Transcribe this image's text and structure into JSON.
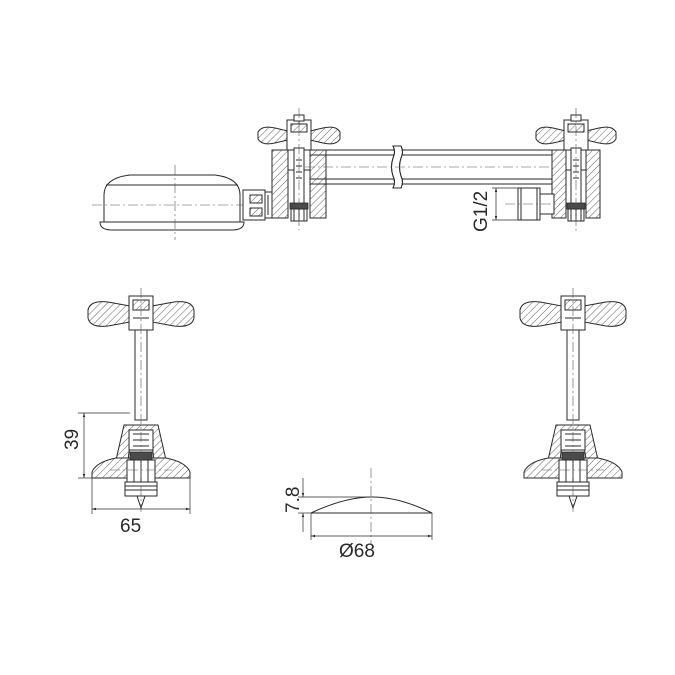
{
  "dimensions": {
    "thread": "G1/2",
    "height_39": "39",
    "width_65": "65",
    "thickness_7_8": "7.8",
    "diameter_68": "Ø68"
  }
}
